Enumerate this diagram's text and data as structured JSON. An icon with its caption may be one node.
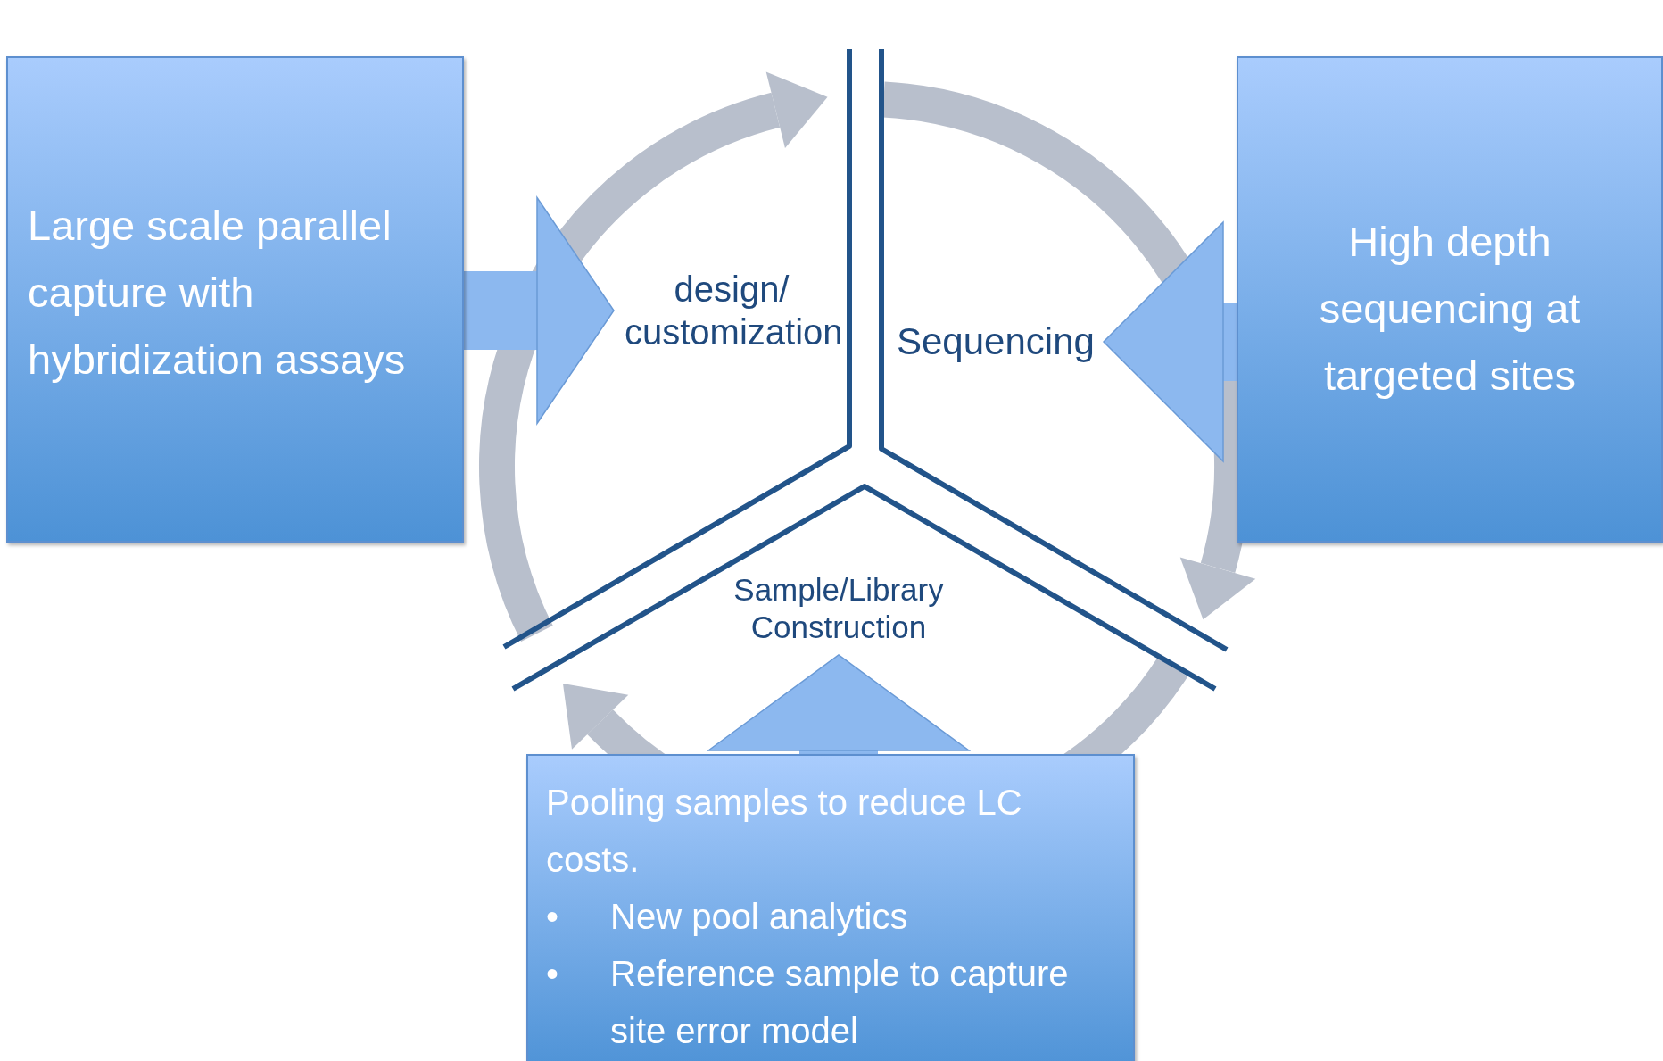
{
  "diagram": {
    "nodes": [
      {
        "text": [
          "Large scale parallel capture with hybridization assays"
        ]
      },
      {
        "text": [
          "High depth sequencing at targeted sites"
        ]
      },
      {
        "text": [
          "Pooling samples to reduce LC costs.",
          "• New pool analytics",
          "• Reference sample to capture site error model"
        ]
      },
      {
        "text": [
          "design/ customization"
        ]
      },
      {
        "text": [
          "Sequencing"
        ]
      },
      {
        "text": [
          "Sample/Library Construction"
        ]
      }
    ],
    "edges": [
      {
        "from": 5,
        "to": 3,
        "arrow": "to",
        "color": "#b8bfcc"
      },
      {
        "from": 4,
        "to": 5,
        "arrow": "to",
        "color": "#b8bfcc"
      },
      {
        "from": null,
        "to": 5,
        "arrow": "to",
        "color": "#b8bfcc"
      },
      {
        "from": 0,
        "to": 3,
        "arrow": "to",
        "style": "thick",
        "color": "#8cb8ef"
      },
      {
        "from": 1,
        "to": 4,
        "arrow": "to",
        "style": "thick",
        "color": "#8cb8ef"
      },
      {
        "from": 2,
        "to": 5,
        "arrow": "to",
        "style": "thick",
        "color": "#8cb8ef"
      }
    ]
  }
}
